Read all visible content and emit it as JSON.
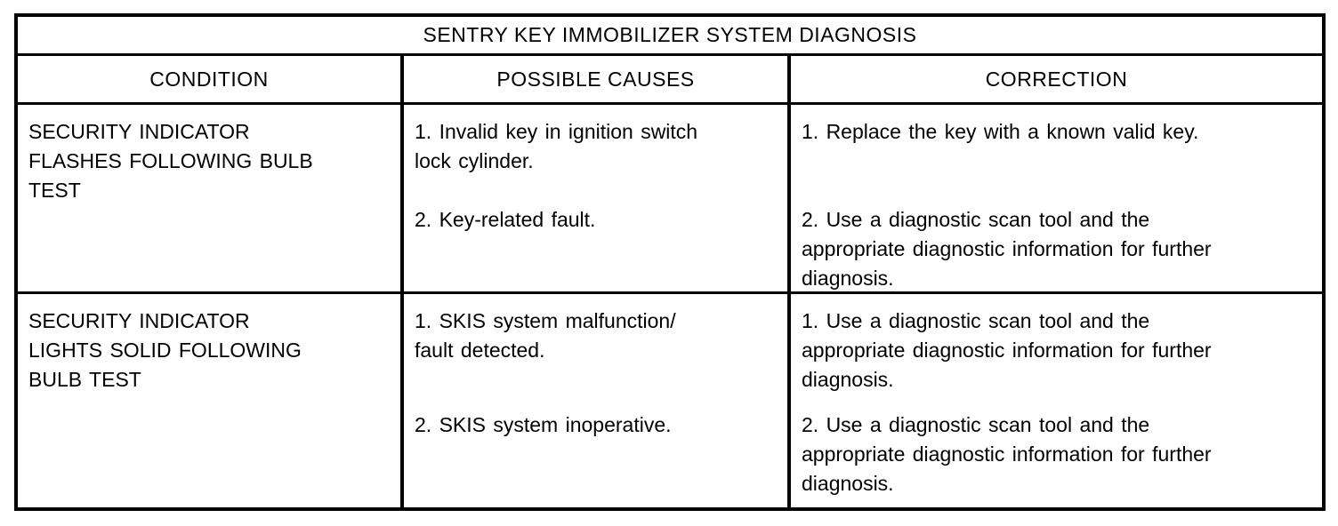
{
  "table": {
    "title": "SENTRY KEY IMMOBILIZER SYSTEM DIAGNOSIS",
    "columns": [
      "CONDITION",
      "POSSIBLE CAUSES",
      "CORRECTION"
    ],
    "rows": [
      {
        "condition": "SECURITY INDICATOR\nFLASHES FOLLOWING BULB\nTEST",
        "causes": [
          "1. Invalid key in ignition switch\nlock cylinder.",
          "2. Key-related fault."
        ],
        "corrections": [
          "1. Replace the key with a known valid key.",
          "2. Use a diagnostic scan tool and the\nappropriate diagnostic information for further\ndiagnosis."
        ]
      },
      {
        "condition": "SECURITY INDICATOR\nLIGHTS SOLID FOLLOWING\nBULB TEST",
        "causes": [
          "1. SKIS system malfunction/\nfault detected.",
          "2. SKIS system inoperative."
        ],
        "corrections": [
          "1. Use a diagnostic scan tool and the\nappropriate diagnostic information for further\ndiagnosis.",
          "2. Use a diagnostic scan tool and the\nappropriate diagnostic information for further\ndiagnosis."
        ]
      }
    ]
  },
  "colors": {
    "border": "#000000",
    "background": "#ffffff",
    "text": "#000000"
  }
}
